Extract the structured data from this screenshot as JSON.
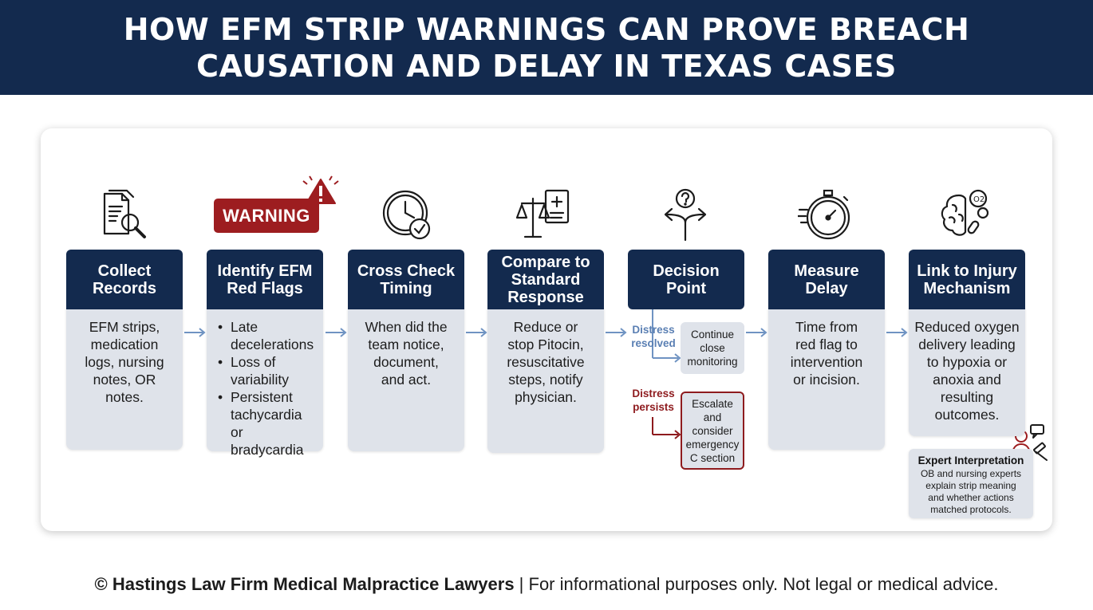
{
  "header": {
    "title_line1": "HOW EFM STRIP WARNINGS CAN PROVE BREACH",
    "title_line2": "CAUSATION AND DELAY IN TEXAS CASES"
  },
  "warning_badge": "WARNING",
  "steps": [
    {
      "icon": "document-search-icon",
      "title_lines": [
        "Collect",
        "Records"
      ],
      "body_lines": [
        "EFM strips,",
        "medication",
        "logs, nursing",
        "notes, OR",
        "notes."
      ]
    },
    {
      "icon": "warning-triangle-icon",
      "title_lines": [
        "Identify EFM",
        "Red Flags"
      ],
      "bullets": [
        {
          "lines": [
            "Late",
            "decelerations"
          ]
        },
        {
          "lines": [
            "Loss of",
            "variability"
          ]
        },
        {
          "lines": [
            "Persistent",
            "tachycardia or",
            "bradycardia"
          ]
        }
      ]
    },
    {
      "icon": "clock-check-icon",
      "title_lines": [
        "Cross Check",
        "Timing"
      ],
      "body_lines": [
        "When did the",
        "team notice,",
        "document,",
        "and act."
      ]
    },
    {
      "icon": "scales-medical-icon",
      "title_lines": [
        "Compare to",
        "Standard",
        "Response"
      ],
      "body_lines": [
        "Reduce or",
        "stop Pitocin,",
        "resuscitative",
        "steps, notify",
        "physician."
      ]
    },
    {
      "icon": "decision-arrows-icon",
      "title_lines": [
        "Decision",
        "Point"
      ]
    },
    {
      "icon": "stopwatch-icon",
      "title_lines": [
        "Measure",
        "Delay"
      ],
      "body_lines": [
        "Time from",
        "red flag to",
        "intervention",
        "or incision."
      ]
    },
    {
      "icon": "brain-oxygen-icon",
      "title_lines": [
        "Link to Injury",
        "Mechanism"
      ],
      "body_lines": [
        "Reduced oxygen",
        "delivery leading",
        "to hypoxia or",
        "anoxia and",
        "resulting",
        "outcomes."
      ]
    }
  ],
  "decision": {
    "resolved_label_lines": [
      "Distress",
      "resolved"
    ],
    "resolved_action_lines": [
      "Continue",
      "close",
      "monitoring"
    ],
    "persists_label_lines": [
      "Distress",
      "persists"
    ],
    "persists_action_lines": [
      "Escalate",
      "and",
      "consider",
      "emergency",
      "C section"
    ]
  },
  "expert": {
    "title": "Expert Interpretation",
    "text_lines": [
      "OB and nursing experts",
      "explain strip meaning",
      "and whether actions",
      "matched protocols."
    ]
  },
  "footer": {
    "bold": "© Hastings Law Firm Medical Malpractice Lawyers",
    "rest": " | For informational purposes only. Not legal or medical advice."
  },
  "colors": {
    "navy": "#132a4e",
    "warning_red": "#9d1d20",
    "card_gray": "#dfe3ea",
    "arrow_blue": "#6f93c2",
    "resolved_blue": "#5a7fb3",
    "persists_red": "#8e1b1e"
  }
}
